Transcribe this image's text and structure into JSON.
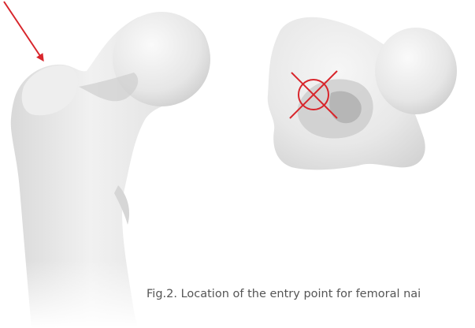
{
  "figure": {
    "caption": "Fig.2. Location of the entry point for femoral nai",
    "accent_color": "#d8262c",
    "bone_color": "#e6e6e6",
    "views": [
      {
        "name": "anterior-view",
        "marker": "arrow"
      },
      {
        "name": "superior-view",
        "marker": "crossed-circle"
      }
    ]
  }
}
